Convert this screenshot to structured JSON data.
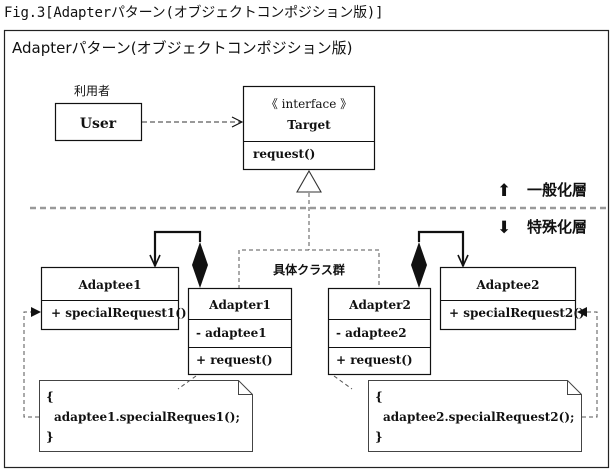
{
  "figure_caption": "Fig.3[Adapterパターン(オブジェクトコンポジション版)]",
  "frame_title": "Adapterパターン(オブジェクトコンポジション版)",
  "user": {
    "stereotype_label": "利用者",
    "name": "User"
  },
  "target": {
    "stereotype": "《 interface 》",
    "name": "Target",
    "operation": "request()"
  },
  "layers": {
    "upper_label": "一般化層",
    "lower_label": "特殊化層",
    "up_arrow_symbol": "⬆",
    "down_arrow_symbol": "⬇"
  },
  "concrete_group_label": "具体クラス群",
  "adaptee1": {
    "name": "Adaptee1",
    "operation": "+ specialRequest1()"
  },
  "adaptee2": {
    "name": "Adaptee2",
    "operation": "+ specialRequest2()"
  },
  "adapter1": {
    "name": "Adapter1",
    "attribute": "- adaptee1",
    "operation": "+ request()"
  },
  "adapter2": {
    "name": "Adapter2",
    "attribute": "- adaptee2",
    "operation": "+ request()"
  },
  "note1": {
    "open_brace": "{",
    "body": "adaptee1.specialReques1();",
    "close_brace": "}"
  },
  "note2": {
    "open_brace": "{",
    "body": "adaptee2.specialRequest2();",
    "close_brace": "}"
  }
}
